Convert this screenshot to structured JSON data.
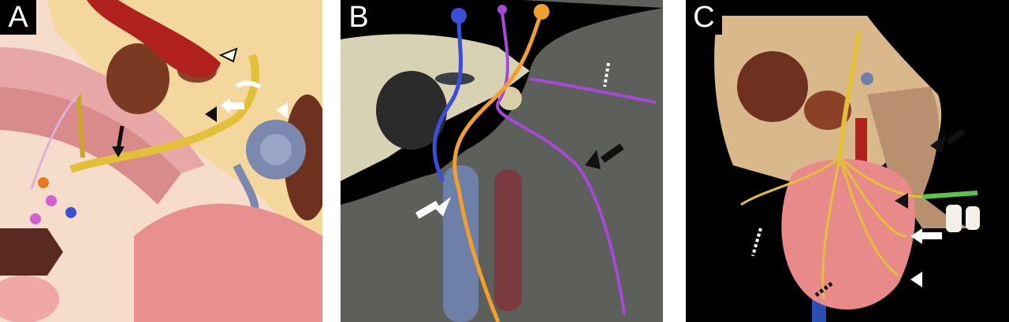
{
  "panels": [
    {
      "label": "A"
    },
    {
      "label": "B"
    },
    {
      "label": "C"
    }
  ],
  "colors": {
    "nerve_yellow": "#e3c03a",
    "bone_tan": "#d9b98c",
    "marrow_brown": "#7a3a22",
    "artery_red": "#b0201c",
    "vein_blue": "#6e80a8",
    "mucosa_pink": "#e8a7a7",
    "nerve_blue": "#3a4fd6",
    "nerve_purple": "#a64ad6",
    "nerve_orange": "#f0a030",
    "gland_pink": "#e88a8a",
    "nerve_green": "#5fc24a",
    "background_black": "#000000"
  },
  "icons": [
    "arrow-icon",
    "dotted-arrow-icon",
    "arrowhead-icon",
    "curved-arrow-icon"
  ]
}
